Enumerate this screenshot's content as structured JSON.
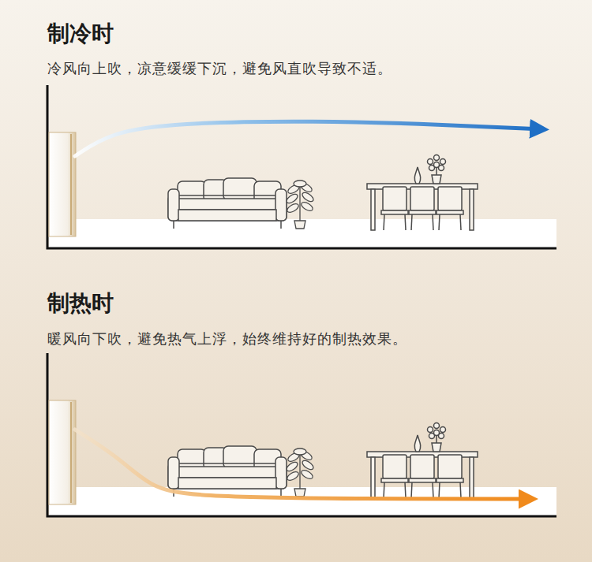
{
  "diagram": {
    "labels": [
      "制冷时",
      "冷风向上吹，凉意缓缓下沉，避免风直吹导致不适。",
      "制热时",
      "暖风向下吹，避免热气上浮，始终维持好的制热效果。"
    ]
  }
}
